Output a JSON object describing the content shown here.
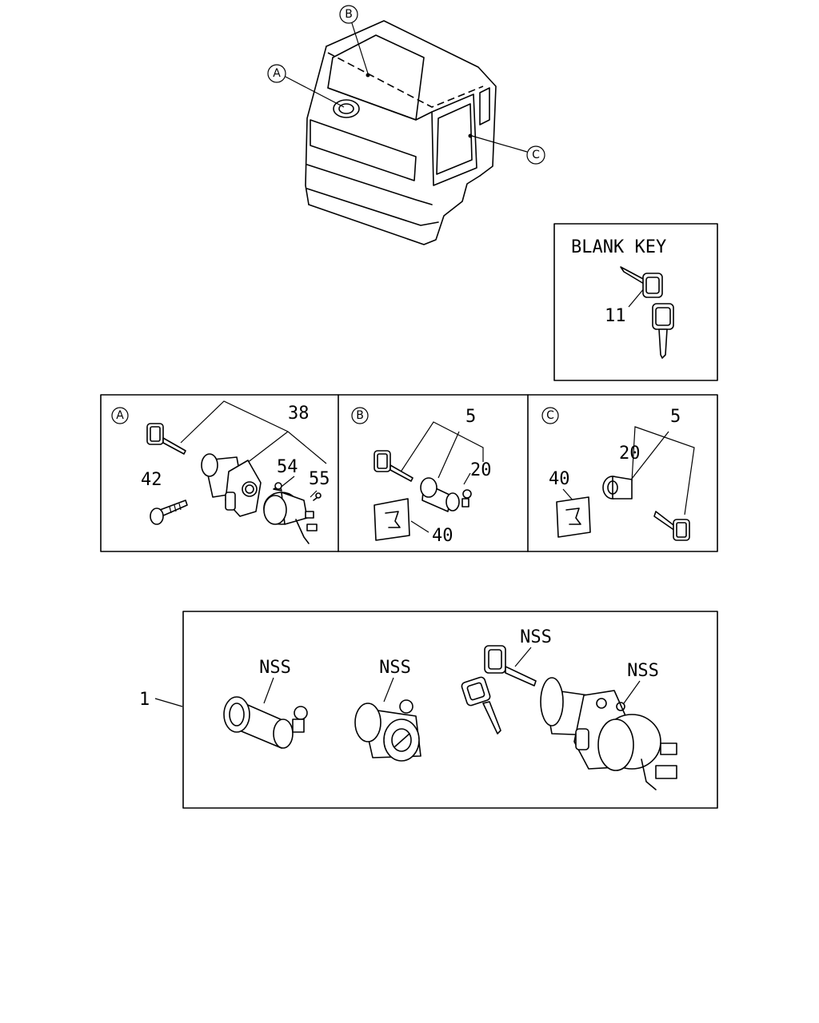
{
  "callouts": {
    "a": "A",
    "b": "B",
    "c": "C"
  },
  "blank_key": {
    "title": "BLANK KEY",
    "part": "11"
  },
  "panel_a": {
    "tag": "A",
    "p38": "38",
    "p42": "42",
    "p54": "54",
    "p55": "55"
  },
  "panel_b": {
    "tag": "B",
    "p5": "5",
    "p20": "20",
    "p40": "40"
  },
  "panel_c": {
    "tag": "C",
    "p5": "5",
    "p20": "20",
    "p40": "40"
  },
  "kit": {
    "part": "1",
    "nss1": "NSS",
    "nss2": "NSS",
    "nss3": "NSS",
    "nss4": "NSS"
  }
}
